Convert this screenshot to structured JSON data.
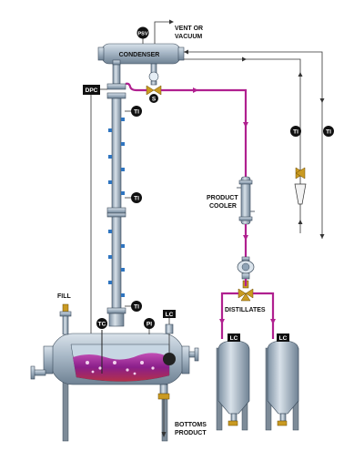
{
  "labels": {
    "psv": "PSV",
    "vent": "VENT OR",
    "vacuum": "VACUUM",
    "condenser": "CONDENSER",
    "dpc": "DPC",
    "s": "S",
    "ti": "TI",
    "product_cooler_1": "PRODUCT",
    "product_cooler_2": "COOLER",
    "fill": "FILL",
    "tc": "TC",
    "pi": "PI",
    "lc": "LC",
    "distillates": "DISTILLATES",
    "bottoms_1": "BOTTOMS",
    "bottoms_2": "PRODUCT"
  },
  "colors": {
    "steel": "#8fa3b6",
    "product_line": "#b0208f",
    "liquid": "#8a1e8a"
  }
}
